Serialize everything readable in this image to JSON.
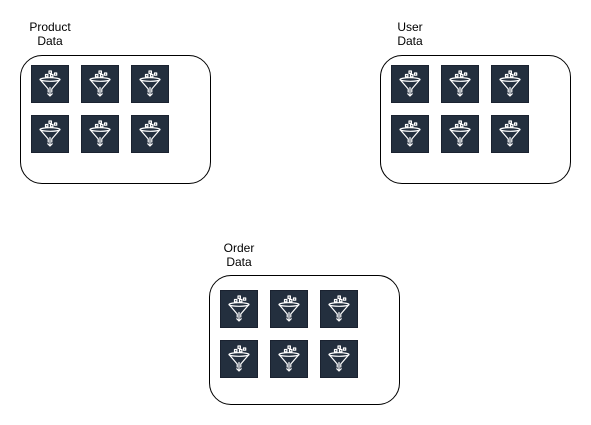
{
  "diagram": {
    "tile_color": "#232f3e",
    "icon_color": "#ffffff",
    "groups": [
      {
        "id": "product",
        "title": "Product\nData",
        "tiles": [
          {
            "icon": "data-filter-funnel-icon"
          },
          {
            "icon": "data-filter-funnel-icon"
          },
          {
            "icon": "data-filter-funnel-icon"
          },
          {
            "icon": "data-filter-funnel-icon"
          },
          {
            "icon": "data-filter-funnel-icon"
          },
          {
            "icon": "data-filter-funnel-icon"
          }
        ]
      },
      {
        "id": "user",
        "title": "User\nData",
        "tiles": [
          {
            "icon": "data-filter-funnel-icon"
          },
          {
            "icon": "data-filter-funnel-icon"
          },
          {
            "icon": "data-filter-funnel-icon"
          },
          {
            "icon": "data-filter-funnel-icon"
          },
          {
            "icon": "data-filter-funnel-icon"
          },
          {
            "icon": "data-filter-funnel-icon"
          }
        ]
      },
      {
        "id": "order",
        "title": "Order\nData",
        "tiles": [
          {
            "icon": "data-filter-funnel-icon"
          },
          {
            "icon": "data-filter-funnel-icon"
          },
          {
            "icon": "data-filter-funnel-icon"
          },
          {
            "icon": "data-filter-funnel-icon"
          },
          {
            "icon": "data-filter-funnel-icon"
          },
          {
            "icon": "data-filter-funnel-icon"
          }
        ]
      }
    ]
  }
}
